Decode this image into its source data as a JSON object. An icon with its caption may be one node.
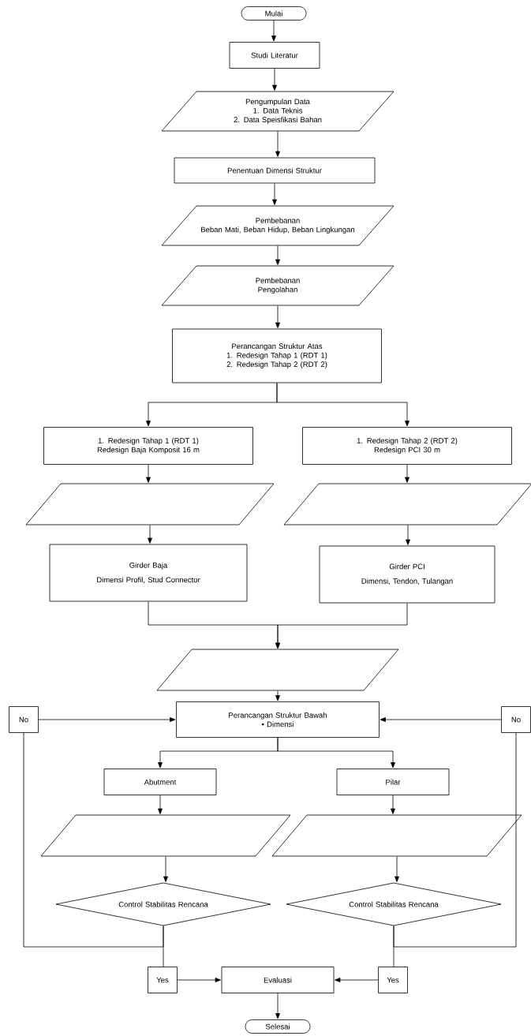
{
  "diagram": {
    "nodes": [
      {
        "text": [
          "Mulai"
        ]
      },
      {
        "text": [
          "Studi Literatur"
        ]
      },
      {
        "text": [
          "Pengumpulan Data",
          "1. Data Teknis",
          "2. Data Speisfikasi Bahan"
        ]
      },
      {
        "text": [
          "Penentuan Dimensi Struktur"
        ]
      },
      {
        "text": [
          "Pembebanan",
          "Beban Mati, Beban Hidup, Beban Lingkungan"
        ]
      },
      {
        "text": [
          "Pembebanan",
          "Pengolahan"
        ]
      },
      {
        "text": [
          "Perancangan Struktur Atas",
          "1. Redesign Tahap 1 (RDT 1)",
          "2. Redesign Tahap 2 (RDT 2)"
        ]
      },
      {
        "text": [
          "1. Redesign Tahap 1 (RDT 1)",
          "Redesign Baja Komposit 16 m"
        ]
      },
      {
        "text": [
          "1. Redesign Tahap 2 (RDT 2)",
          "Redesign PCI 30 m"
        ]
      },
      {
        "text": [],
        "shape": "parallelogram"
      },
      {
        "text": [],
        "shape": "parallelogram"
      },
      {
        "text": [
          "Girder Baja",
          "Dimensi Profil, Stud Connector"
        ]
      },
      {
        "text": [
          "Girder PCI",
          "Dimensi, Tendon, Tulangan"
        ]
      },
      {
        "text": [],
        "shape": "parallelogram"
      },
      {
        "text": [
          "Perancangan Struktur Bawah",
          "• Dimensi"
        ]
      },
      {
        "text": [
          "No"
        ]
      },
      {
        "text": [
          "No"
        ]
      },
      {
        "text": [
          "Abutment"
        ]
      },
      {
        "text": [
          "Pilar"
        ]
      },
      {
        "text": [],
        "shape": "parallelogram"
      },
      {
        "text": [],
        "shape": "parallelogram"
      },
      {
        "text": [
          "Control Stabilitas Rencana"
        ]
      },
      {
        "text": [
          "Control Stabilitas Rencana"
        ]
      },
      {
        "text": [
          "Yes"
        ]
      },
      {
        "text": [
          "Evaluasi"
        ]
      },
      {
        "text": [
          "Yes"
        ]
      },
      {
        "text": [
          "Selesai"
        ]
      }
    ],
    "edges": [
      {
        "from": 0,
        "to": 1,
        "arrow": "to"
      },
      {
        "from": 1,
        "to": 2,
        "arrow": "to"
      },
      {
        "from": 2,
        "to": 3,
        "arrow": "to"
      },
      {
        "from": 3,
        "to": 4,
        "arrow": "to"
      },
      {
        "from": 4,
        "to": 5,
        "arrow": "to"
      },
      {
        "from": 5,
        "to": 6,
        "arrow": "to"
      },
      {
        "from": 6,
        "to": 7,
        "arrow": "to"
      },
      {
        "from": 6,
        "to": 8,
        "arrow": "to"
      },
      {
        "from": 7,
        "to": 9,
        "arrow": "to"
      },
      {
        "from": 8,
        "to": 10,
        "arrow": "to"
      },
      {
        "from": 9,
        "to": 11,
        "arrow": "to"
      },
      {
        "from": 10,
        "to": 12,
        "arrow": "to"
      },
      {
        "from": 11,
        "to": 13,
        "arrow": "to"
      },
      {
        "from": 12,
        "to": 13,
        "arrow": "to"
      },
      {
        "from": 13,
        "to": 14,
        "arrow": "to"
      },
      {
        "from": 14,
        "to": 17,
        "arrow": "to"
      },
      {
        "from": 14,
        "to": 18,
        "arrow": "to"
      },
      {
        "from": 17,
        "to": 19,
        "arrow": "to"
      },
      {
        "from": 18,
        "to": 20,
        "arrow": "to"
      },
      {
        "from": 19,
        "to": 21,
        "arrow": "to"
      },
      {
        "from": 20,
        "to": 22,
        "arrow": "to"
      },
      {
        "from": 21,
        "to": 15,
        "arrow": "none"
      },
      {
        "from": 21,
        "to": 23,
        "arrow": "none"
      },
      {
        "from": 22,
        "to": 16,
        "arrow": "none"
      },
      {
        "from": 22,
        "to": 25,
        "arrow": "none"
      },
      {
        "from": 15,
        "to": 14,
        "arrow": "to"
      },
      {
        "from": 16,
        "to": 14,
        "arrow": "to"
      },
      {
        "from": 23,
        "to": 24,
        "arrow": "to"
      },
      {
        "from": 25,
        "to": 24,
        "arrow": "to"
      },
      {
        "from": 24,
        "to": 26,
        "arrow": "to"
      }
    ]
  }
}
